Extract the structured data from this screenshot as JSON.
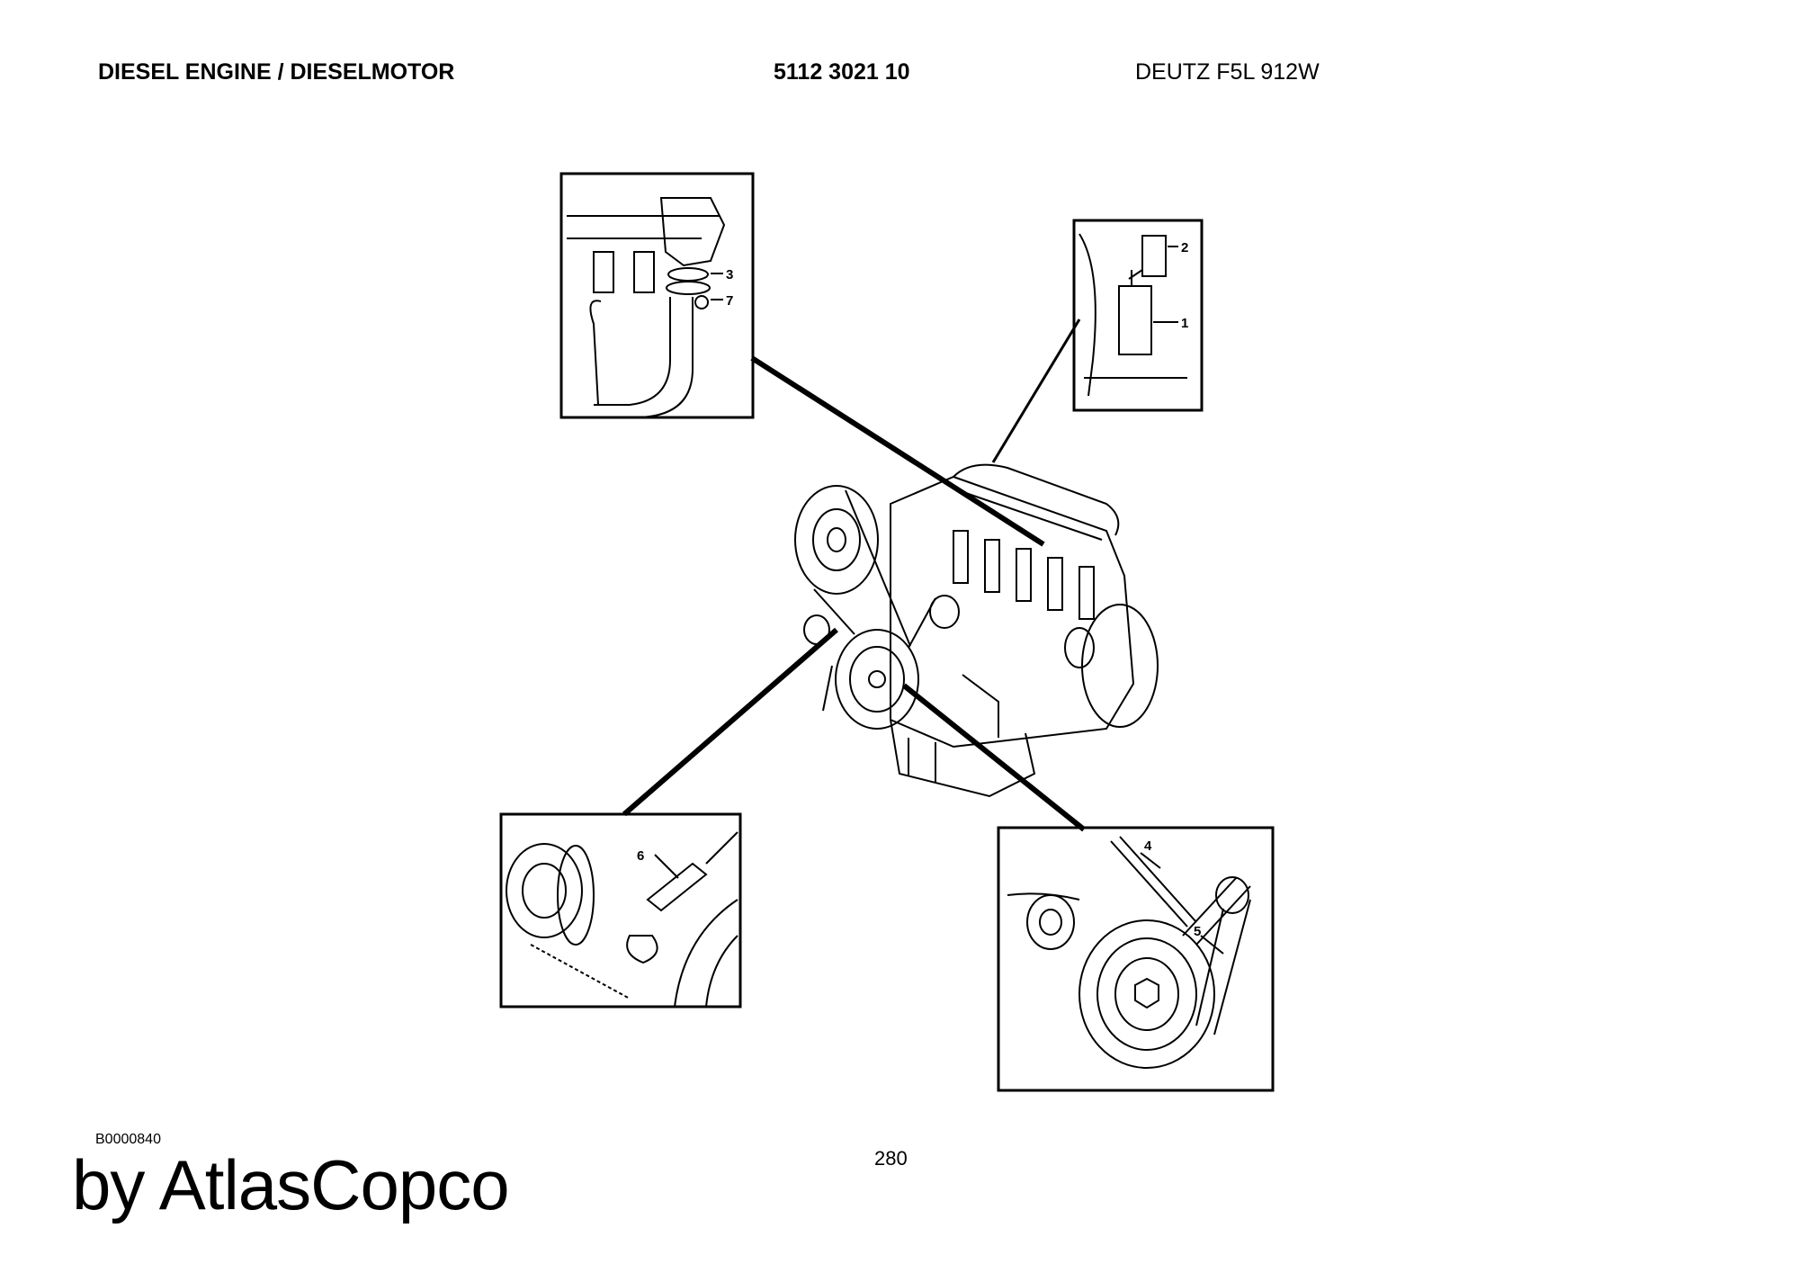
{
  "header": {
    "title": "DIESEL ENGINE / DIESELMOTOR",
    "part_number": "5112 3021 10",
    "engine_model": "DEUTZ F5L 912W"
  },
  "figure": {
    "code": "B0000840",
    "callouts": {
      "c1": "1",
      "c2": "2",
      "c3": "3",
      "c4": "4",
      "c5": "5",
      "c6": "6",
      "c7": "7"
    }
  },
  "footer": {
    "brand": "by AtlasCopco",
    "page_number": "280"
  }
}
